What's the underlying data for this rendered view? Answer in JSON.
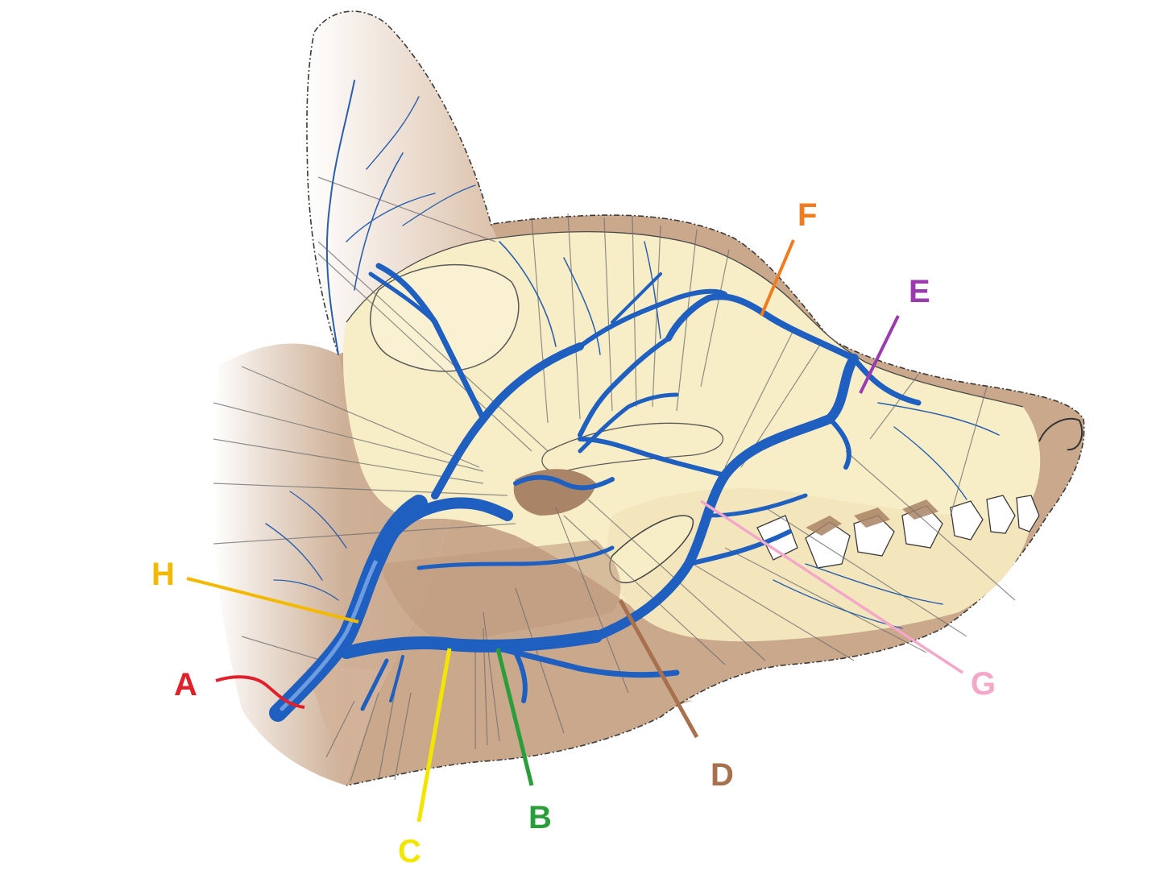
{
  "colors": {
    "A": "#e0202a",
    "B": "#2a9e3a",
    "C": "#f2e600",
    "D": "#a8714e",
    "E": "#9a3cb0",
    "F": "#f07c22",
    "G": "#f4a7c8",
    "H": "#f2b900",
    "vein": "#1f5fbf",
    "skin": "#c9a88c",
    "bone": "#f7edc6"
  },
  "labels": [
    {
      "id": "A",
      "text": "A"
    },
    {
      "id": "B",
      "text": "B"
    },
    {
      "id": "C",
      "text": "C"
    },
    {
      "id": "D",
      "text": "D"
    },
    {
      "id": "E",
      "text": "E"
    },
    {
      "id": "F",
      "text": "F"
    },
    {
      "id": "G",
      "text": "G"
    },
    {
      "id": "H",
      "text": "H"
    }
  ]
}
